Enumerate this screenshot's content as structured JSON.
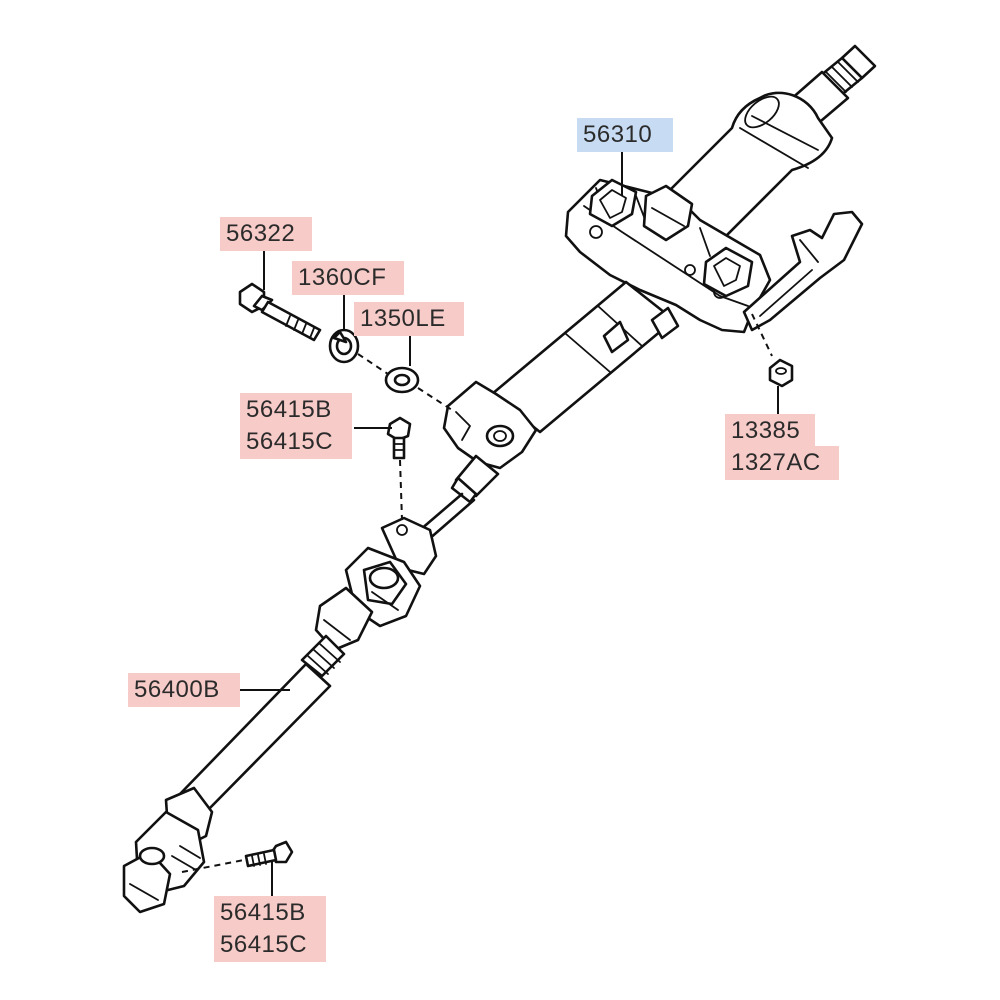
{
  "parts": {
    "p56310": "56310",
    "p56322": "56322",
    "p1360CF": "1360CF",
    "p1350LE": "1350LE",
    "p56415B_upper": "56415B",
    "p56415C_upper": "56415C",
    "p13385": "13385",
    "p1327AC": "1327AC",
    "p56400B": "56400B",
    "p56415B_lower": "56415B",
    "p56415C_lower": "56415C"
  },
  "colors": {
    "highlight_blue": "#c7dcf3",
    "highlight_red": "#f6cbc8",
    "line": "#111111"
  }
}
